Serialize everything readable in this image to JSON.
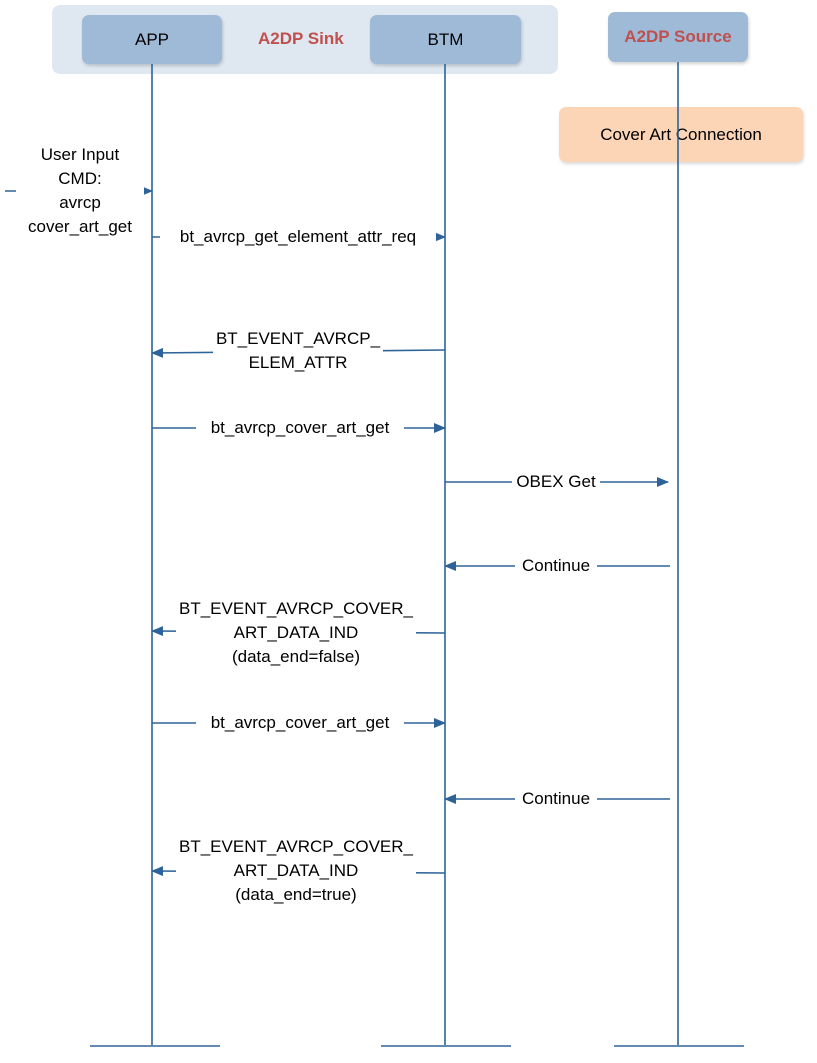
{
  "colors": {
    "group_background": "#dfe8f1",
    "participant_box": "#9fbad7",
    "group_title": "#c0504d",
    "note_box": "#fbd5b5",
    "arrow": "#2e6399",
    "lifeline": "#2e6399"
  },
  "groups": {
    "sink": {
      "title": "A2DP Sink"
    }
  },
  "participants": {
    "app": {
      "label": "APP"
    },
    "btm": {
      "label": "BTM"
    },
    "source": {
      "label": "A2DP Source"
    }
  },
  "note": {
    "text": "Cover Art Connection"
  },
  "user_input": {
    "line1": "User Input",
    "line2": "CMD:",
    "line3": "avrcp",
    "line4": "cover_art_get"
  },
  "messages": {
    "m1": {
      "label": "bt_avrcp_get_element_attr_req"
    },
    "m2": {
      "line1": "BT_EVENT_AVRCP_",
      "line2": "ELEM_ATTR"
    },
    "m3": {
      "label": "bt_avrcp_cover_art_get"
    },
    "m4": {
      "label": "OBEX Get"
    },
    "m5": {
      "label": "Continue"
    },
    "m6": {
      "line1": "BT_EVENT_AVRCP_COVER_",
      "line2": "ART_DATA_IND",
      "line3": "(data_end=false)"
    },
    "m7": {
      "label": "bt_avrcp_cover_art_get"
    },
    "m8": {
      "label": "Continue"
    },
    "m9": {
      "line1": "BT_EVENT_AVRCP_COVER_",
      "line2": "ART_DATA_IND",
      "line3": "(data_end=true)"
    }
  }
}
